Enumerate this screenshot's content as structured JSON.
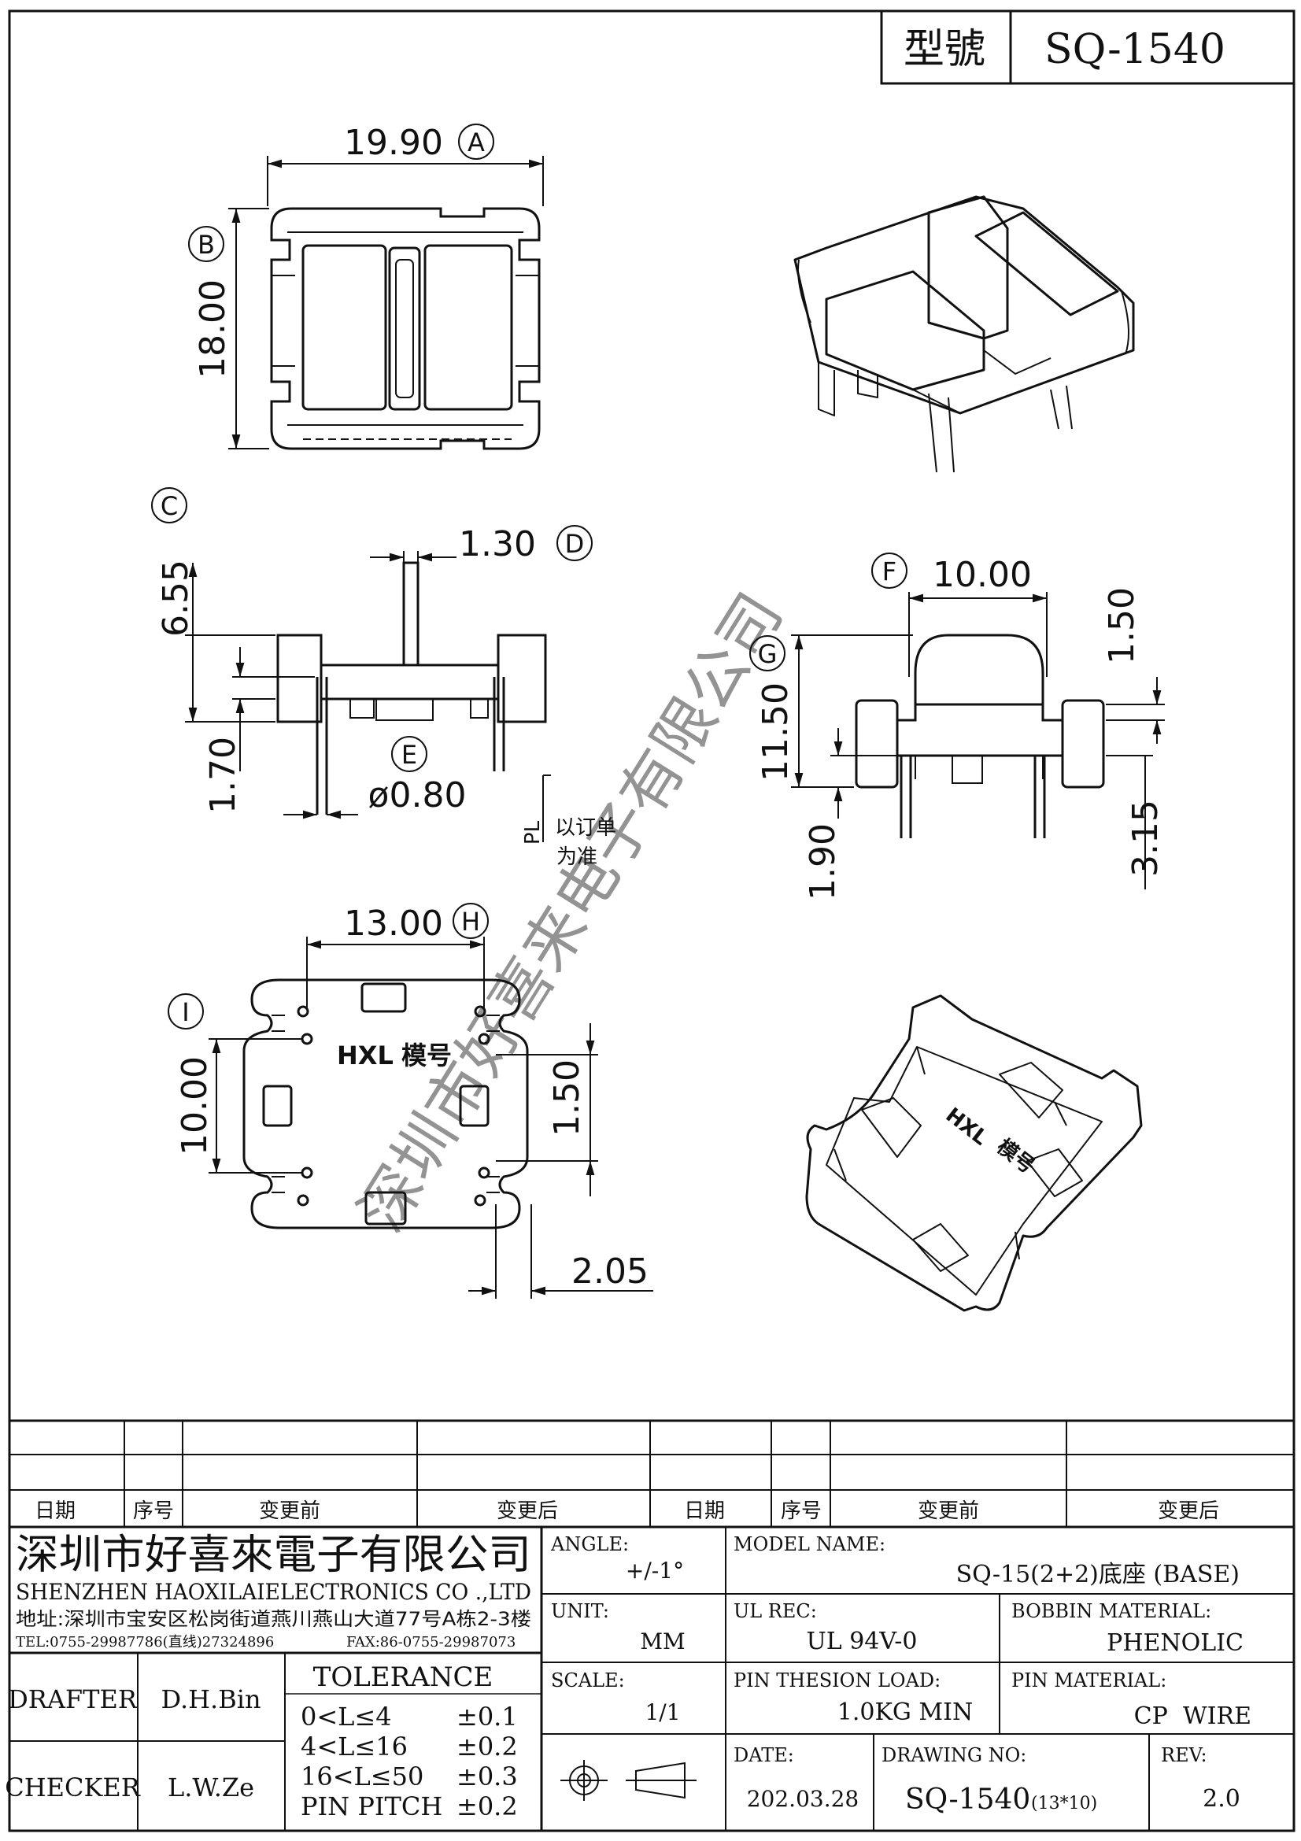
{
  "model_box": {
    "label": "型號",
    "value": "SQ-1540"
  },
  "views": {
    "top": {
      "dim_width": "19.90",
      "tag_width": "A",
      "dim_height": "18.00",
      "tag_height": "B"
    },
    "side": {
      "dim_total": "6.55",
      "tag_total": "C",
      "dim_wall": "1.30",
      "tag_wall": "D",
      "dim_step": "1.70",
      "dim_pin": "ø0.80",
      "tag_pin": "E",
      "pl": "PL",
      "note_1": "以订单",
      "note_2": "为准"
    },
    "front": {
      "dim_width": "10.00",
      "tag_width": "F",
      "dim_right": "1.50",
      "dim_height": "11.50",
      "tag_height": "G",
      "dim_step": "1.90",
      "dim_pin": "3.15"
    },
    "bottom": {
      "dim_pitch_x": "13.00",
      "tag_pitch_x": "H",
      "dim_pitch_y": "10.00",
      "tag_pitch_y": "I",
      "dim_slot": "1.50",
      "dim_edge": "2.05",
      "mark_1": "HXL",
      "mark_2": "模号"
    }
  },
  "watermark": "深圳市好喜来电子有限公司",
  "revision_table": {
    "headers": [
      "日期",
      "序号",
      "变更前",
      "变更后",
      "日期",
      "序号",
      "变更前",
      "变更后"
    ]
  },
  "company": {
    "name_cn": "深圳市好喜來電子有限公司",
    "name_en": "SHENZHEN HAOXILAIELECTRONICS CO .,LTD",
    "address": "地址:深圳市宝安区松岗街道燕川燕山大道77号A栋2-3楼",
    "tel": "TEL:0755-29987786(直线)27324896",
    "fax": "FAX:86-0755-29987073"
  },
  "people": {
    "drafter_label": "DRAFTER",
    "drafter": "D.H.Bin",
    "checker_label": "CHECKER",
    "checker": "L.W.Ze"
  },
  "tolerance": {
    "title": "TOLERANCE",
    "rows": [
      {
        "range": "0<L≤4",
        "value": "±0.1"
      },
      {
        "range": "4<L≤16",
        "value": "±0.2"
      },
      {
        "range": "16<L≤50",
        "value": "±0.3"
      },
      {
        "range": "PIN PITCH",
        "value": "±0.2"
      }
    ]
  },
  "specs": {
    "angle_label": "ANGLE:",
    "angle": "+/-1°",
    "unit_label": "UNIT:",
    "unit": "MM",
    "scale_label": "SCALE:",
    "scale": "1/1",
    "model_name_label": "MODEL NAME:",
    "model_name": "SQ-15(2+2)底座 (BASE)",
    "ul_label": "UL REC:",
    "ul": "UL 94V-0",
    "bobbin_label": "BOBBIN MATERIAL:",
    "bobbin": "PHENOLIC",
    "pin_load_label": "PIN THESION LOAD:",
    "pin_load": "1.0KG MIN",
    "pin_material_label": "PIN MATERIAL:",
    "pin_material": "CP  WIRE",
    "date_label": "DATE:",
    "date": "202.03.28",
    "drawing_no_label": "DRAWING NO:",
    "drawing_no": "SQ-1540",
    "drawing_no_size": "(13*10)",
    "rev_label": "REV:",
    "rev": "2.0"
  }
}
